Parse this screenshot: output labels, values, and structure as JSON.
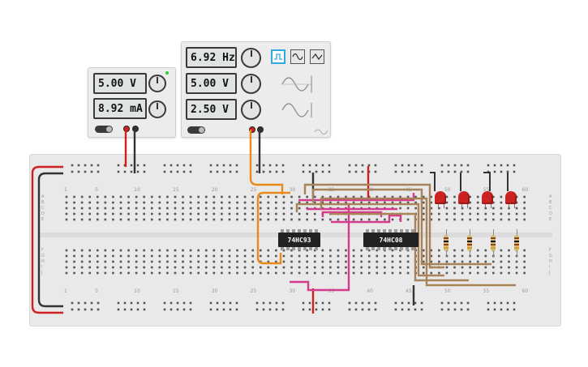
{
  "power_supply_small": {
    "voltage": "5.00 V",
    "current": "8.92 mA"
  },
  "function_generator": {
    "frequency": "6.92 Hz",
    "amplitude": "5.00 V",
    "offset": "2.50 V",
    "waveforms": [
      "square",
      "sine",
      "triangle"
    ],
    "selected_waveform": "square"
  },
  "breadboard": {
    "column_numbers": [
      "1",
      "5",
      "10",
      "15",
      "20",
      "25",
      "30",
      "35",
      "40",
      "45",
      "50",
      "55",
      "60"
    ],
    "top_row_letters": [
      "A",
      "B",
      "C",
      "D",
      "E"
    ],
    "bottom_row_letters": [
      "F",
      "G",
      "H",
      "I",
      "J"
    ]
  },
  "chips": [
    {
      "label": "74HC93"
    },
    {
      "label": "74HC08"
    }
  ],
  "led_color": "#cc2222",
  "wire_colors": {
    "power": "#d02020",
    "ground": "#333333",
    "signal": "#e88a1a",
    "data": "#d63a8c",
    "link": "#a8835a"
  }
}
